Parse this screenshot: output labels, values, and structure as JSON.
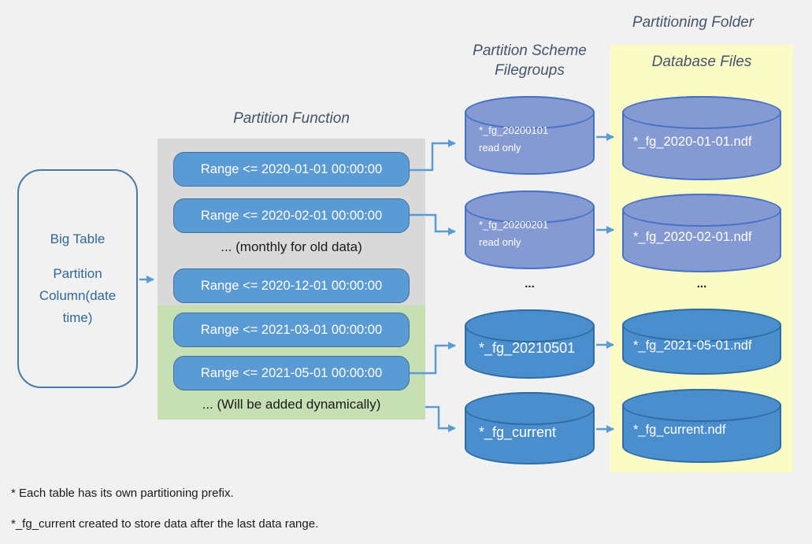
{
  "palette": {
    "background": "#f1f1f2",
    "section_gray": "#d9d9d9",
    "section_green": "#c6e0b4",
    "folder_yellow": "#fbfbc6",
    "accent_blue": "#5b9bd5",
    "accent_blue_border": "#41719c",
    "readonly_fill": "#8599d2",
    "readonly_border": "#4472c4",
    "active_fill": "#4a8ecd",
    "active_border": "#2e6da4",
    "heading_text": "#44546a"
  },
  "big_table": {
    "title": "Big Table",
    "subtitle": "Partition Column(date time)"
  },
  "partition_function": {
    "heading": "Partition Function",
    "ranges": [
      "Range <= 2020-01-01 00:00:00",
      "Range <= 2020-02-01 00:00:00",
      "Range <= 2020-12-01 00:00:00",
      "Range <= 2021-03-01 00:00:00",
      "Range <= 2021-05-01 00:00:00"
    ],
    "old_note": "... (monthly for old data)",
    "new_note": "... (Will be added dynamically)"
  },
  "filegroups": {
    "heading": [
      "Partition Scheme",
      "Filegroups"
    ],
    "items": [
      {
        "name": "*_fg_20200101",
        "status": "read only"
      },
      {
        "name": "*_fg_20200201",
        "status": "read only"
      },
      {
        "name": "*_fg_20210501"
      },
      {
        "name": "*_fg_current"
      }
    ],
    "ellipsis": "..."
  },
  "database_files": {
    "folder_heading": "Partitioning Folder",
    "heading": "Database Files",
    "items": [
      {
        "name": "*_fg_2020-01-01.ndf"
      },
      {
        "name": "*_fg_2020-02-01.ndf"
      },
      {
        "name": "*_fg_2021-05-01.ndf"
      },
      {
        "name": "*_fg_current.ndf"
      }
    ],
    "ellipsis": "..."
  },
  "footnotes": [
    "* Each table has its own partitioning prefix.",
    "*_fg_current created to store data after the last data range."
  ]
}
